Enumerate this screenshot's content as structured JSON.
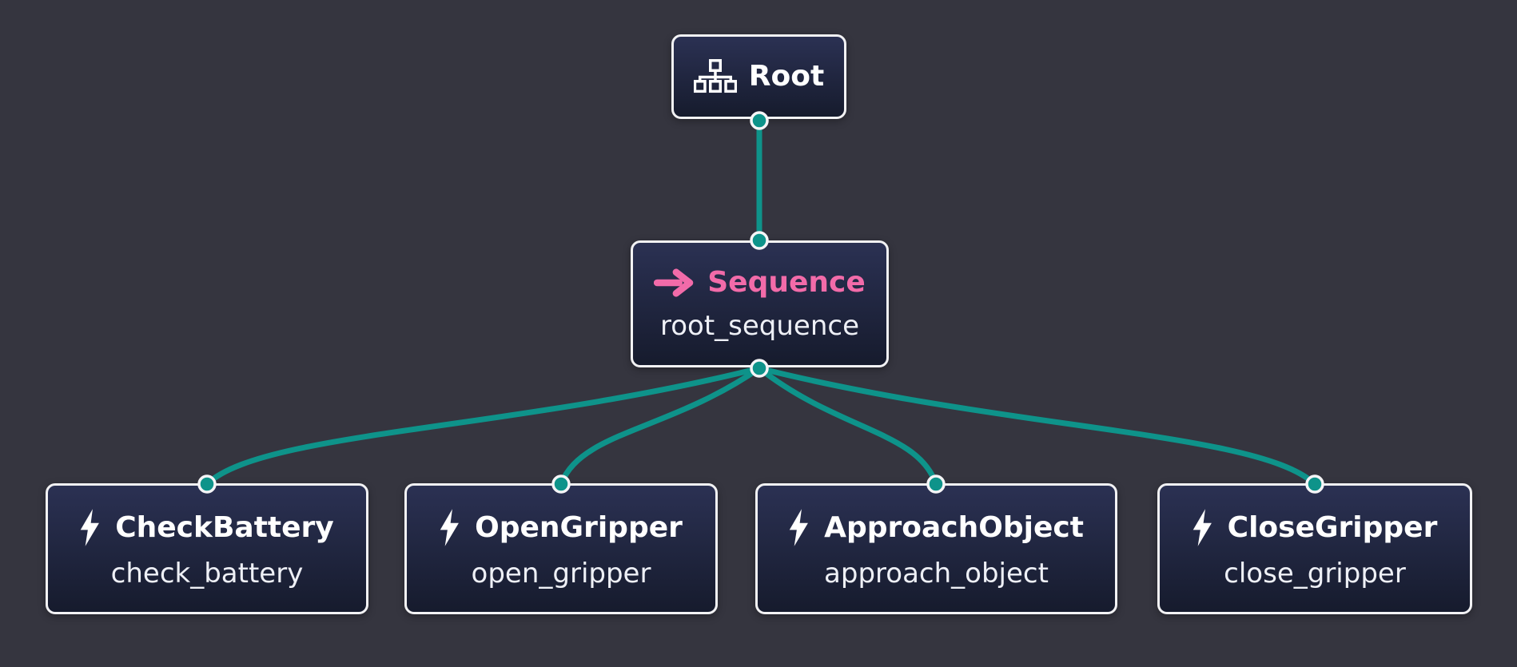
{
  "theme": {
    "canvas-bg": "#35353f",
    "node-bg-top": "#2b3153",
    "node-bg-bottom": "#161b2d",
    "node-border": "#f2f2f4",
    "edge-color": "#0e938a",
    "port-fill": "#0e938a",
    "port-ring": "#f5f5f7",
    "title-color": "#ffffff",
    "subtitle-color": "#eef0f6",
    "sequence-accent": "#f26ba9"
  },
  "diagram": {
    "type": "behavior-tree",
    "nodes": {
      "root": {
        "title": "Root",
        "icon": "sitemap-icon"
      },
      "sequence": {
        "title": "Sequence",
        "subtitle": "root_sequence",
        "icon": "arrow-right-icon"
      },
      "children": [
        {
          "title": "CheckBattery",
          "subtitle": "check_battery",
          "icon": "lightning-bolt-icon"
        },
        {
          "title": "OpenGripper",
          "subtitle": "open_gripper",
          "icon": "lightning-bolt-icon"
        },
        {
          "title": "ApproachObject",
          "subtitle": "approach_object",
          "icon": "lightning-bolt-icon"
        },
        {
          "title": "CloseGripper",
          "subtitle": "close_gripper",
          "icon": "lightning-bolt-icon"
        }
      ]
    },
    "edges": [
      {
        "from": "Root",
        "to": "Sequence"
      },
      {
        "from": "Sequence",
        "to": "CheckBattery"
      },
      {
        "from": "Sequence",
        "to": "OpenGripper"
      },
      {
        "from": "Sequence",
        "to": "ApproachObject"
      },
      {
        "from": "Sequence",
        "to": "CloseGripper"
      }
    ]
  }
}
